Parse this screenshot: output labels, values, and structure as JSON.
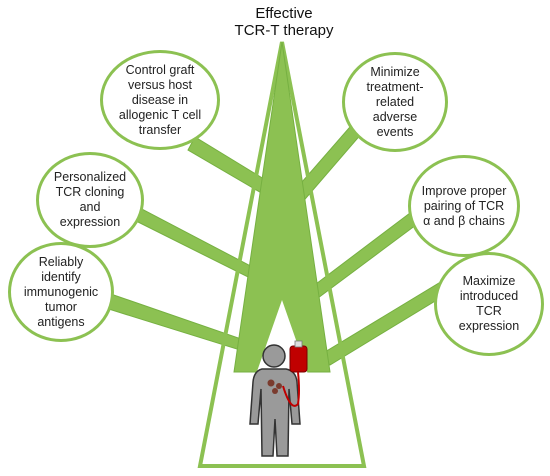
{
  "title": {
    "line1": "Effective",
    "line2": "TCR-T therapy"
  },
  "goals": {
    "gvhd": "Control graft versus host disease in allogenic T cell transfer",
    "adverse": "Minimize treatment-related adverse events",
    "cloning": "Personalized TCR cloning and expression",
    "pairing": "Improve proper pairing of TCR α and β chains",
    "antigens": "Reliably identify immunogenic tumor antigens",
    "expression": "Maximize introduced TCR expression"
  },
  "colors": {
    "branch_fill": "#8cc152",
    "branch_stroke": "#76b041",
    "circle_border": "#8cc152",
    "body_fill": "#9a9a9a",
    "blood_bag": "#c00000"
  },
  "icons": [
    "human-figure-icon",
    "blood-bag-icon",
    "tumor-spots-icon"
  ]
}
